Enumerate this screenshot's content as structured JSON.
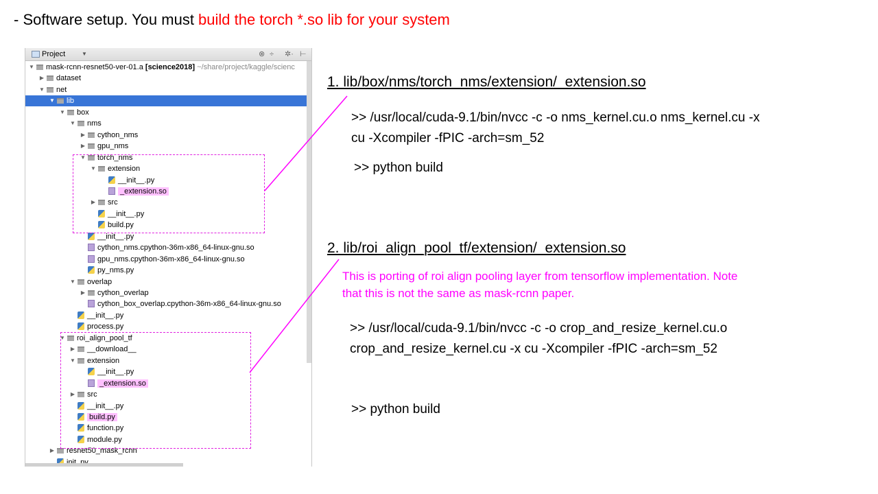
{
  "heading": {
    "prefix": "- Software setup. You must ",
    "highlight": "build the torch *.so lib for your system",
    "highlight_color": "#ff0000"
  },
  "panel": {
    "title": "Project",
    "tree": [
      {
        "label": "mask-rcnn-resnet50-ver-01.a",
        "bold": "[science2018]",
        "path": "~/share/project/kaggle/scienc",
        "type": "folder",
        "arrow": "down"
      },
      {
        "label": "dataset",
        "type": "folder",
        "arrow": "right"
      },
      {
        "label": "net",
        "type": "folder",
        "arrow": "down"
      },
      {
        "label": "lib",
        "type": "folder",
        "arrow": "down",
        "selected": true
      },
      {
        "label": "box",
        "type": "folder",
        "arrow": "down"
      },
      {
        "label": "nms",
        "type": "folder",
        "arrow": "down"
      },
      {
        "label": "cython_nms",
        "type": "folder",
        "arrow": "right"
      },
      {
        "label": "gpu_nms",
        "type": "folder",
        "arrow": "right"
      },
      {
        "label": "torch_nms",
        "type": "folder",
        "arrow": "down"
      },
      {
        "label": "extension",
        "type": "folder",
        "arrow": "down"
      },
      {
        "label": "__init__.py",
        "type": "py"
      },
      {
        "label": "_extension.so",
        "type": "so",
        "highlight": true
      },
      {
        "label": "src",
        "type": "folder",
        "arrow": "right"
      },
      {
        "label": "__init__.py",
        "type": "py"
      },
      {
        "label": "build.py",
        "type": "py"
      },
      {
        "label": "__init__.py",
        "type": "py"
      },
      {
        "label": "cython_nms.cpython-36m-x86_64-linux-gnu.so",
        "type": "so"
      },
      {
        "label": "gpu_nms.cpython-36m-x86_64-linux-gnu.so",
        "type": "so"
      },
      {
        "label": "py_nms.py",
        "type": "py"
      },
      {
        "label": "overlap",
        "type": "folder",
        "arrow": "down"
      },
      {
        "label": "cython_overlap",
        "type": "folder",
        "arrow": "right"
      },
      {
        "label": "cython_box_overlap.cpython-36m-x86_64-linux-gnu.so",
        "type": "so"
      },
      {
        "label": "__init__.py",
        "type": "py"
      },
      {
        "label": "process.py",
        "type": "py"
      },
      {
        "label": "roi_align_pool_tf",
        "type": "folder",
        "arrow": "down"
      },
      {
        "label": "__download__",
        "type": "folder",
        "arrow": "right"
      },
      {
        "label": "extension",
        "type": "folder",
        "arrow": "down"
      },
      {
        "label": "__init__.py",
        "type": "py"
      },
      {
        "label": "_extension.so",
        "type": "so",
        "highlight": true
      },
      {
        "label": "src",
        "type": "folder",
        "arrow": "right"
      },
      {
        "label": "__init__.py",
        "type": "py"
      },
      {
        "label": "build.py",
        "type": "py",
        "highlight": true
      },
      {
        "label": "function.py",
        "type": "py"
      },
      {
        "label": "module.py",
        "type": "py"
      },
      {
        "label": "resnet50_mask_rcnn",
        "type": "folder",
        "arrow": "right"
      },
      {
        "label": "init .py",
        "type": "py"
      }
    ]
  },
  "sections": {
    "one": {
      "title": "1. lib/box/nms/torch_nms/extension/_extension.so",
      "cmd_line1": ">> /usr/local/cuda-9.1/bin/nvcc -c -o nms_kernel.cu.o nms_kernel.cu -x",
      "cmd_line2": "cu -Xcompiler -fPIC -arch=sm_52",
      "build": ">> python build"
    },
    "two": {
      "title": "2. lib/roi_align_pool_tf/extension/_extension.so",
      "note_line1": "This is porting of roi align pooling layer from tensorflow implementation.  Note",
      "note_line2": "that this is not the same as mask-rcnn paper.",
      "cmd_line1": ">> /usr/local/cuda-9.1/bin/nvcc -c -o crop_and_resize_kernel.cu.o",
      "cmd_line2": "crop_and_resize_kernel.cu -x cu -Xcompiler -fPIC -arch=sm_52",
      "build": ">> python build"
    }
  },
  "colors": {
    "accent_magenta": "#ff00ff",
    "selection_blue": "#3875d7",
    "file_highlight": "#ffc0ff"
  }
}
